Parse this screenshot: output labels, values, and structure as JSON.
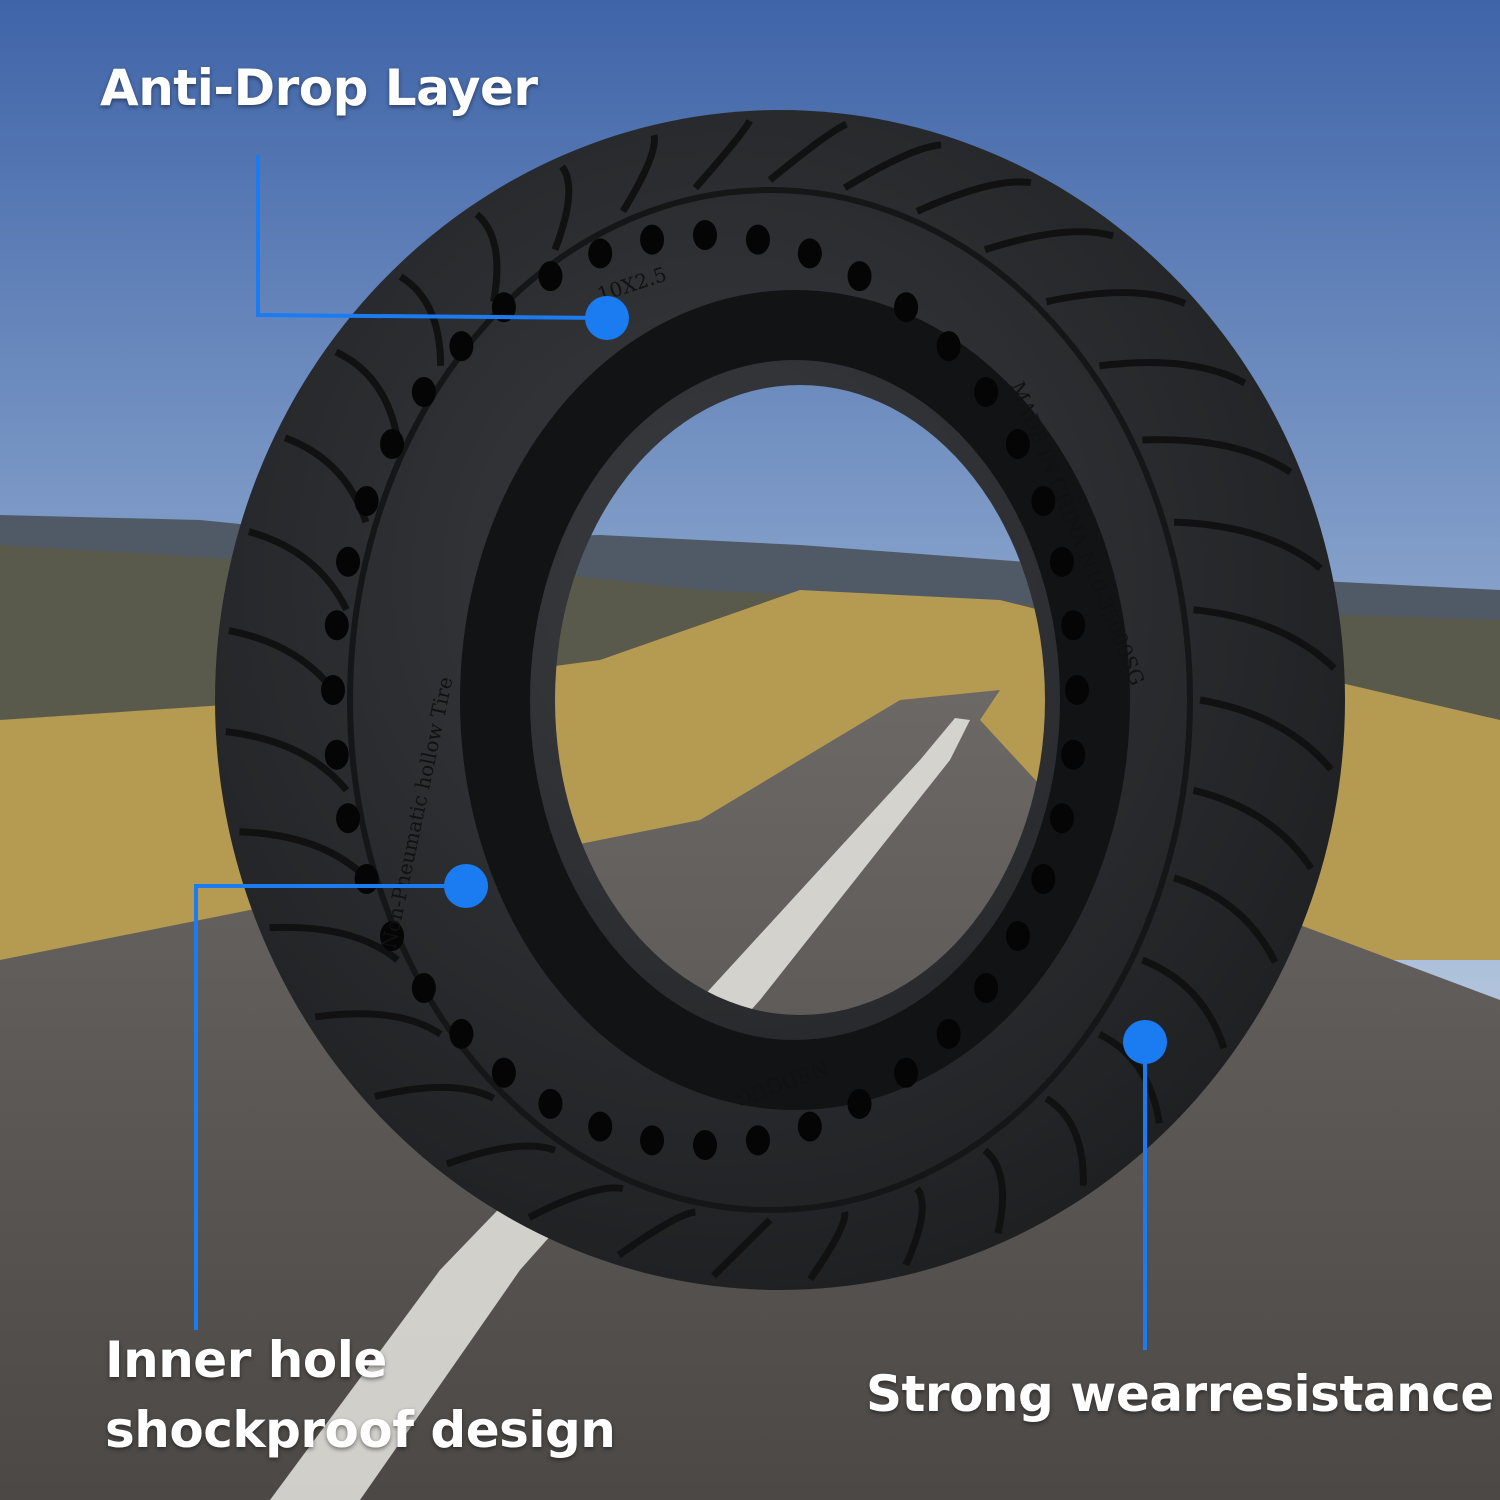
{
  "callouts": {
    "anti_drop": "Anti-Drop Layer",
    "inner_hole_line1": "Inner hole",
    "inner_hole_line2": "shockproof design",
    "wear": "Strong wearresistance"
  },
  "tire_markings": {
    "size": "10X2.5",
    "origin": "MADE IN CHINA N10-35000SG",
    "type": "Non-Pneumatic hollow Tire",
    "brand": "NEDGUG"
  },
  "colors": {
    "accent": "#1a7cf0",
    "tire": "#2b2d30",
    "sky_top": "#3f64a8",
    "sky_bottom": "#dfe7ef",
    "grass": "#b59a52",
    "road": "#5f5b58"
  }
}
